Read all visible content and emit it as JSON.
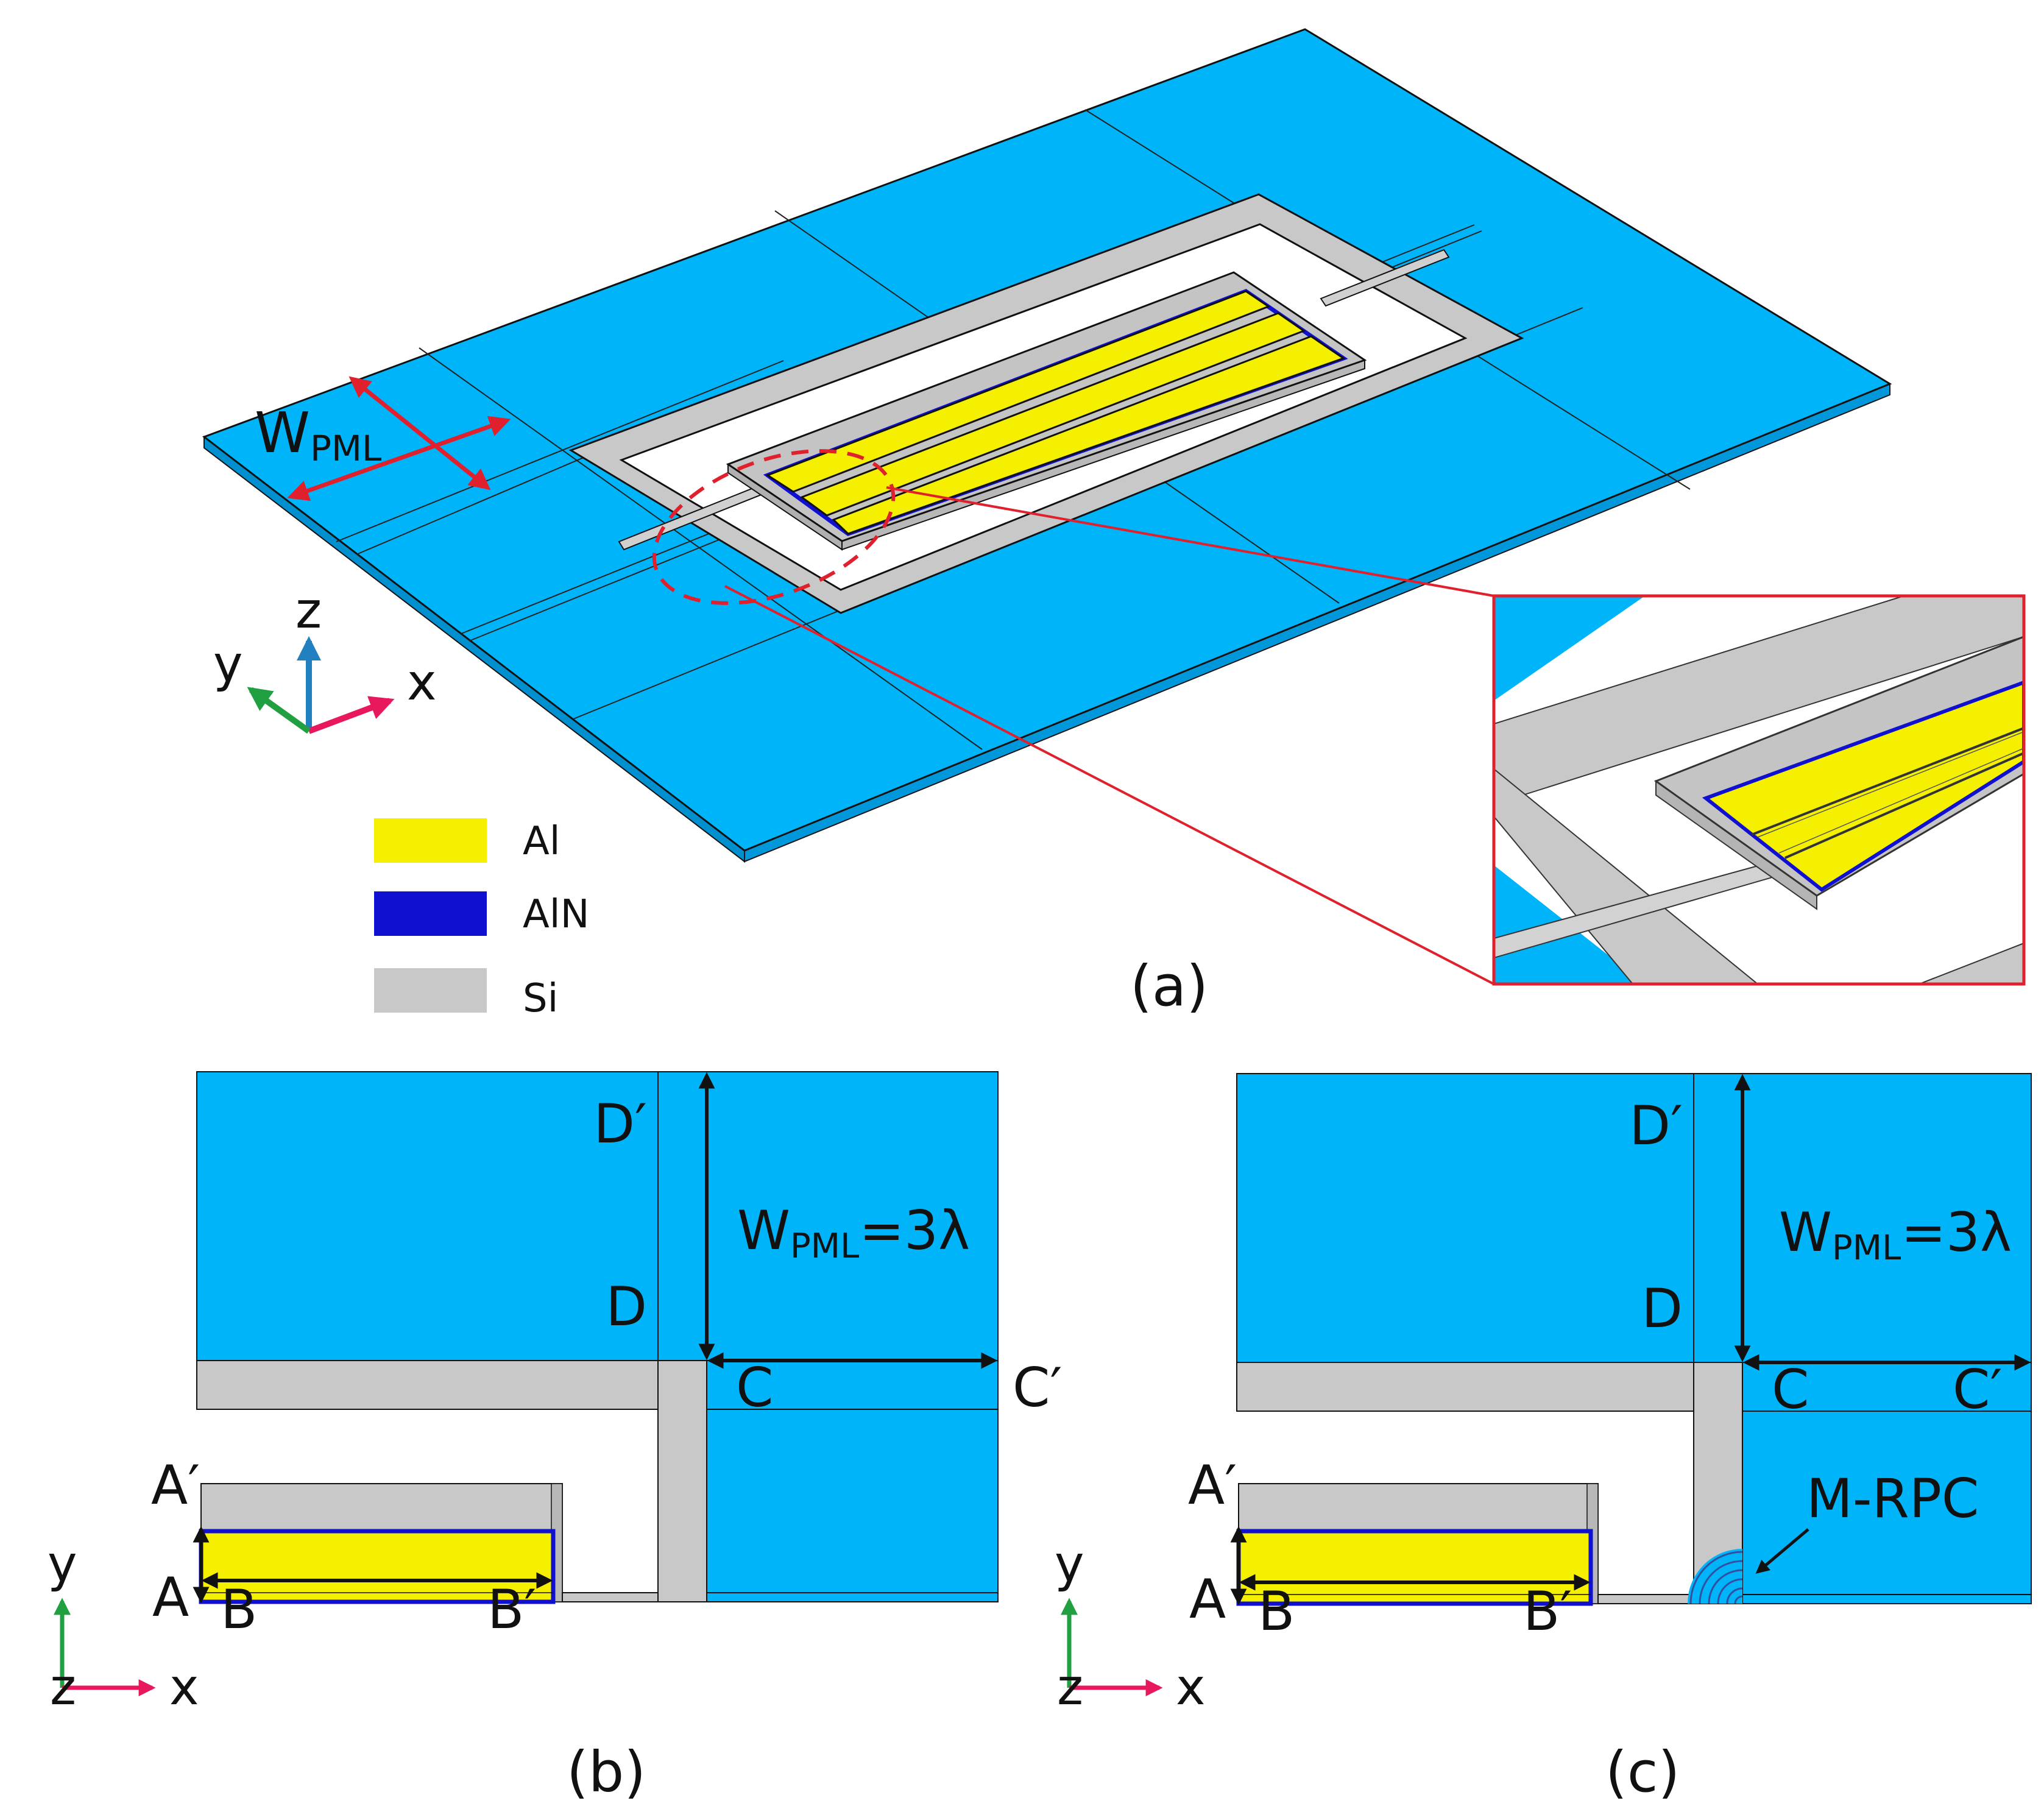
{
  "panels": {
    "a": "(a)",
    "b": "(b)",
    "c": "(c)"
  },
  "colors": {
    "pml": "#00B4FA",
    "al": "#F5F000",
    "aln": "#1010D0",
    "si": "#C8C8C8",
    "arrow_red": "#E0202C",
    "axis_x": "#E8185C",
    "axis_y": "#20A040",
    "axis_z": "#2080C0"
  },
  "legend": [
    {
      "label": "Al",
      "color": "#F5F000"
    },
    {
      "label": "AlN",
      "color": "#1010D0"
    },
    {
      "label": "Si",
      "color": "#C8C8C8"
    }
  ],
  "panel_a": {
    "wpml_main": "W",
    "wpml_sub": "PML",
    "axes": {
      "z": "z",
      "y": "y",
      "x": "x"
    }
  },
  "panel_b": {
    "points": {
      "d_prime": "D′",
      "d": "D",
      "c": "C",
      "c_prime": "C′",
      "a_prime": "A′",
      "a": "A",
      "b": "B",
      "b_prime": "B′"
    },
    "wpml": {
      "main": "W",
      "sub": "PML",
      "rest": "=3λ"
    },
    "axes": {
      "y": "y",
      "z": "z",
      "x": "x"
    }
  },
  "panel_c": {
    "points": {
      "d_prime": "D′",
      "d": "D",
      "c": "C",
      "c_prime": "C′",
      "a_prime": "A′",
      "a": "A",
      "b": "B",
      "b_prime": "B′"
    },
    "wpml": {
      "main": "W",
      "sub": "PML",
      "rest": "=3λ"
    },
    "mrpc": "M-RPC",
    "axes": {
      "y": "y",
      "z": "z",
      "x": "x"
    }
  }
}
